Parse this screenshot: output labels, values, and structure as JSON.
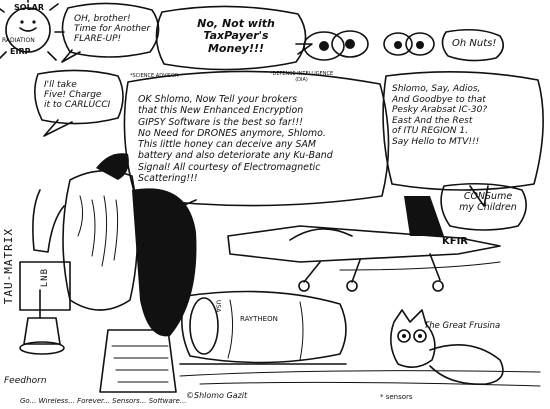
{
  "sun": {
    "line1": "SOLAR",
    "line2": "RADIATION",
    "line3": "EIRP"
  },
  "bubble_time_flare": {
    "text": "OH, brother!\nTime for Another\nFLARE-UP!"
  },
  "bubble_taxpayer": {
    "text": "No, Not with\nTaxPayer's\nMoney!!!"
  },
  "bubble_nuts": {
    "text": "Oh Nuts!"
  },
  "bubble_take_five": {
    "text": "I'll take\nFive! Charge\nit to CARLUCCI"
  },
  "main_bubble": {
    "tag_left": "*SCIENCE ADVISOR",
    "tag_right": "*DEFENSE INTELLIGENCE\n(DIA)",
    "text": "OK Shlomo, Now Tell your brokers\nthat this New Enhanced Encryption\nGIPSY Software is the best so far!!!\nNo Need for DRONES anymore, Shlomo.\nThis little honey can deceive any SAM\nbattery and also deteriorate any Ku-Band\nSignal! All courtesy of Electromagnetic\nScattering!!!"
  },
  "bubble_adios": {
    "text": "Shlomo, Say, Adios,\nAnd Goodbye to that\nPesky Arabsat IC-30?\nEast And the Rest\nof ITU REGION 1.\nSay Hello to MTV!!!"
  },
  "bubble_consume": {
    "text": "CONSume\nmy Children"
  },
  "jet_label": "KFIR",
  "sat_label_raytheon": "RAYTHEON",
  "sat_label_usa": "USA",
  "cat_label": "The Great Frusina",
  "vertical_label": "TAU-MATRIX",
  "lnb_label": "LNB",
  "feedhorn_label": "Feedhorn",
  "signature": "©Shlomo Gazit",
  "sensors_label": "* sensors",
  "bottom_strip": "Go... Wireless... Forever... Sensors... Software..."
}
